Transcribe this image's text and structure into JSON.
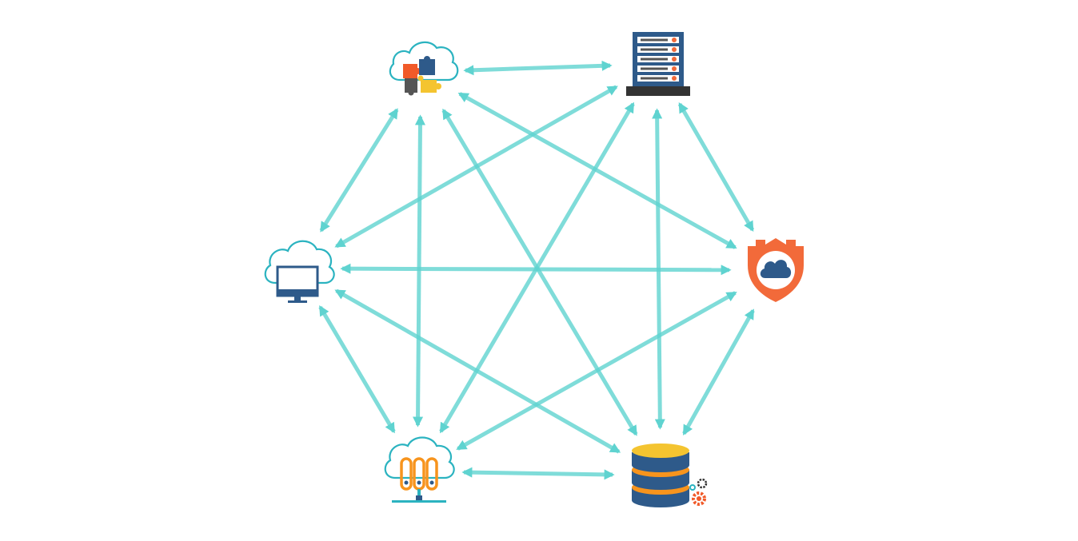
{
  "diagram": {
    "type": "fully-connected-network",
    "colors": {
      "connector": "#5fd3d0",
      "cloud_outline": "#2bb3c0",
      "navy": "#2e5a8a",
      "orange": "#f15a29",
      "yellow": "#f4c430",
      "gray_dark": "#333333",
      "server_orange": "#f26a3a"
    },
    "nodes": [
      {
        "id": "cloud-puzzle",
        "icon": "cloud-puzzle-icon"
      },
      {
        "id": "server-rack",
        "icon": "server-rack-icon"
      },
      {
        "id": "cloud-monitor",
        "icon": "cloud-monitor-icon"
      },
      {
        "id": "cloud-shield",
        "icon": "cloud-shield-icon"
      },
      {
        "id": "cloud-storage",
        "icon": "cloud-storage-network-icon"
      },
      {
        "id": "database",
        "icon": "database-gears-icon"
      }
    ],
    "connections": [
      [
        "cloud-puzzle",
        "server-rack"
      ],
      [
        "cloud-puzzle",
        "cloud-monitor"
      ],
      [
        "cloud-puzzle",
        "cloud-storage"
      ],
      [
        "cloud-puzzle",
        "database"
      ],
      [
        "cloud-puzzle",
        "cloud-shield"
      ],
      [
        "server-rack",
        "cloud-monitor"
      ],
      [
        "server-rack",
        "cloud-storage"
      ],
      [
        "server-rack",
        "database"
      ],
      [
        "server-rack",
        "cloud-shield"
      ],
      [
        "cloud-monitor",
        "cloud-shield"
      ],
      [
        "cloud-monitor",
        "cloud-storage"
      ],
      [
        "cloud-monitor",
        "database"
      ],
      [
        "cloud-shield",
        "cloud-storage"
      ],
      [
        "cloud-shield",
        "database"
      ],
      [
        "cloud-storage",
        "database"
      ]
    ]
  }
}
